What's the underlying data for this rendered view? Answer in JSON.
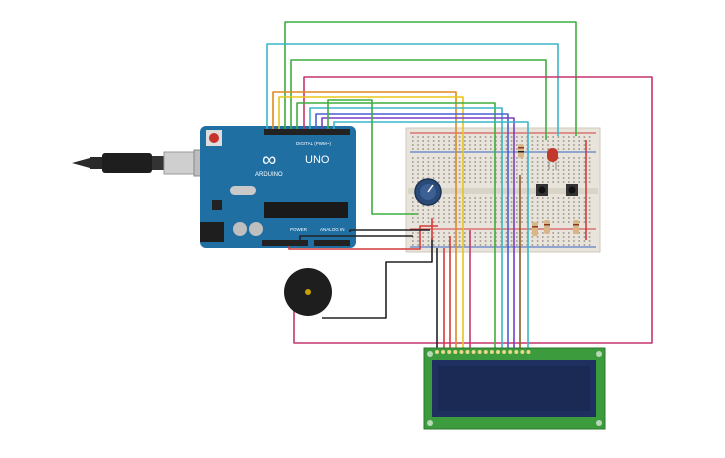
{
  "arduino": {
    "brand": "ARDUINO",
    "model": "UNO",
    "digital_label": "DIGITAL (PWM~)",
    "power_label": "POWER",
    "analog_label": "ANALOG IN",
    "board_color": "#1f6fa3",
    "logo_symbol": "∞"
  },
  "breadboard": {
    "color": "#e8e4dc",
    "rail_red": "#d43a3a",
    "rail_blue": "#3a63c4"
  },
  "lcd": {
    "pcb_color": "#3c9b3c",
    "screen_color": "#1a2a55"
  },
  "wire_colors": {
    "green": "#3fae3f",
    "teal": "#3ab5c9",
    "magenta": "#c4376f",
    "orange": "#e08a1e",
    "yellow": "#e8c51a",
    "blue": "#4a5fd6",
    "purple": "#7a3fc4",
    "red": "#d43a3a",
    "black": "#222222",
    "brown": "#8a5a2a"
  },
  "components": {
    "usb_cable": "usb-cable",
    "potentiometer": "potentiometer",
    "buzzer": "piezo-buzzer",
    "led": "red-led",
    "buttons": 2,
    "resistors": 4
  }
}
